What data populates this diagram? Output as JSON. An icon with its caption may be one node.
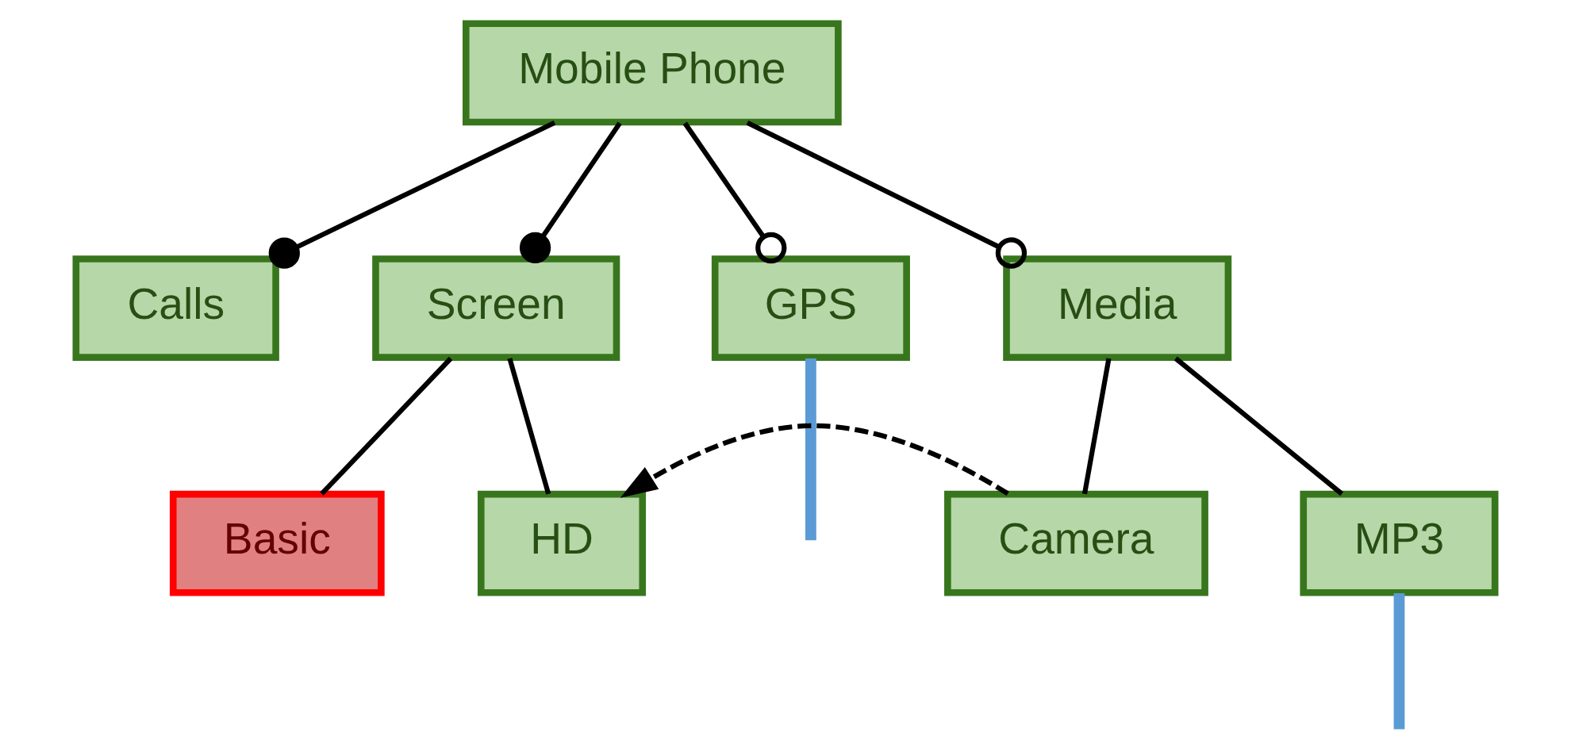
{
  "diagram": {
    "nodes": [
      {
        "text": [
          "Mobile Phone"
        ]
      },
      {
        "text": [
          "Calls"
        ]
      },
      {
        "text": [
          "Screen"
        ]
      },
      {
        "text": [
          "GPS"
        ]
      },
      {
        "text": [
          "Media"
        ]
      },
      {
        "text": [
          "Basic"
        ]
      },
      {
        "text": [
          "HD"
        ]
      },
      {
        "text": [
          "Camera"
        ]
      },
      {
        "text": [
          "MP3"
        ]
      }
    ],
    "edges": [
      {
        "from": 0,
        "to": 1,
        "arrow": "other"
      },
      {
        "from": 0,
        "to": 2,
        "arrow": "other"
      },
      {
        "from": 0,
        "to": 3,
        "arrow": "other"
      },
      {
        "from": 0,
        "to": 4,
        "arrow": "other"
      },
      {
        "from": 2,
        "to": 5,
        "arrow": "none"
      },
      {
        "from": 2,
        "to": 6,
        "arrow": "none"
      },
      {
        "from": 4,
        "to": 7,
        "arrow": "none"
      },
      {
        "from": 4,
        "to": 8,
        "arrow": "none"
      },
      {
        "from": 7,
        "to": 6,
        "arrow": "to",
        "style": "dashed"
      },
      {
        "from": 3,
        "to": null,
        "arrow": "none",
        "style": "thick",
        "color": "#5b9bd5"
      },
      {
        "from": 8,
        "to": null,
        "arrow": "none",
        "style": "thick",
        "color": "#5b9bd5"
      }
    ]
  }
}
